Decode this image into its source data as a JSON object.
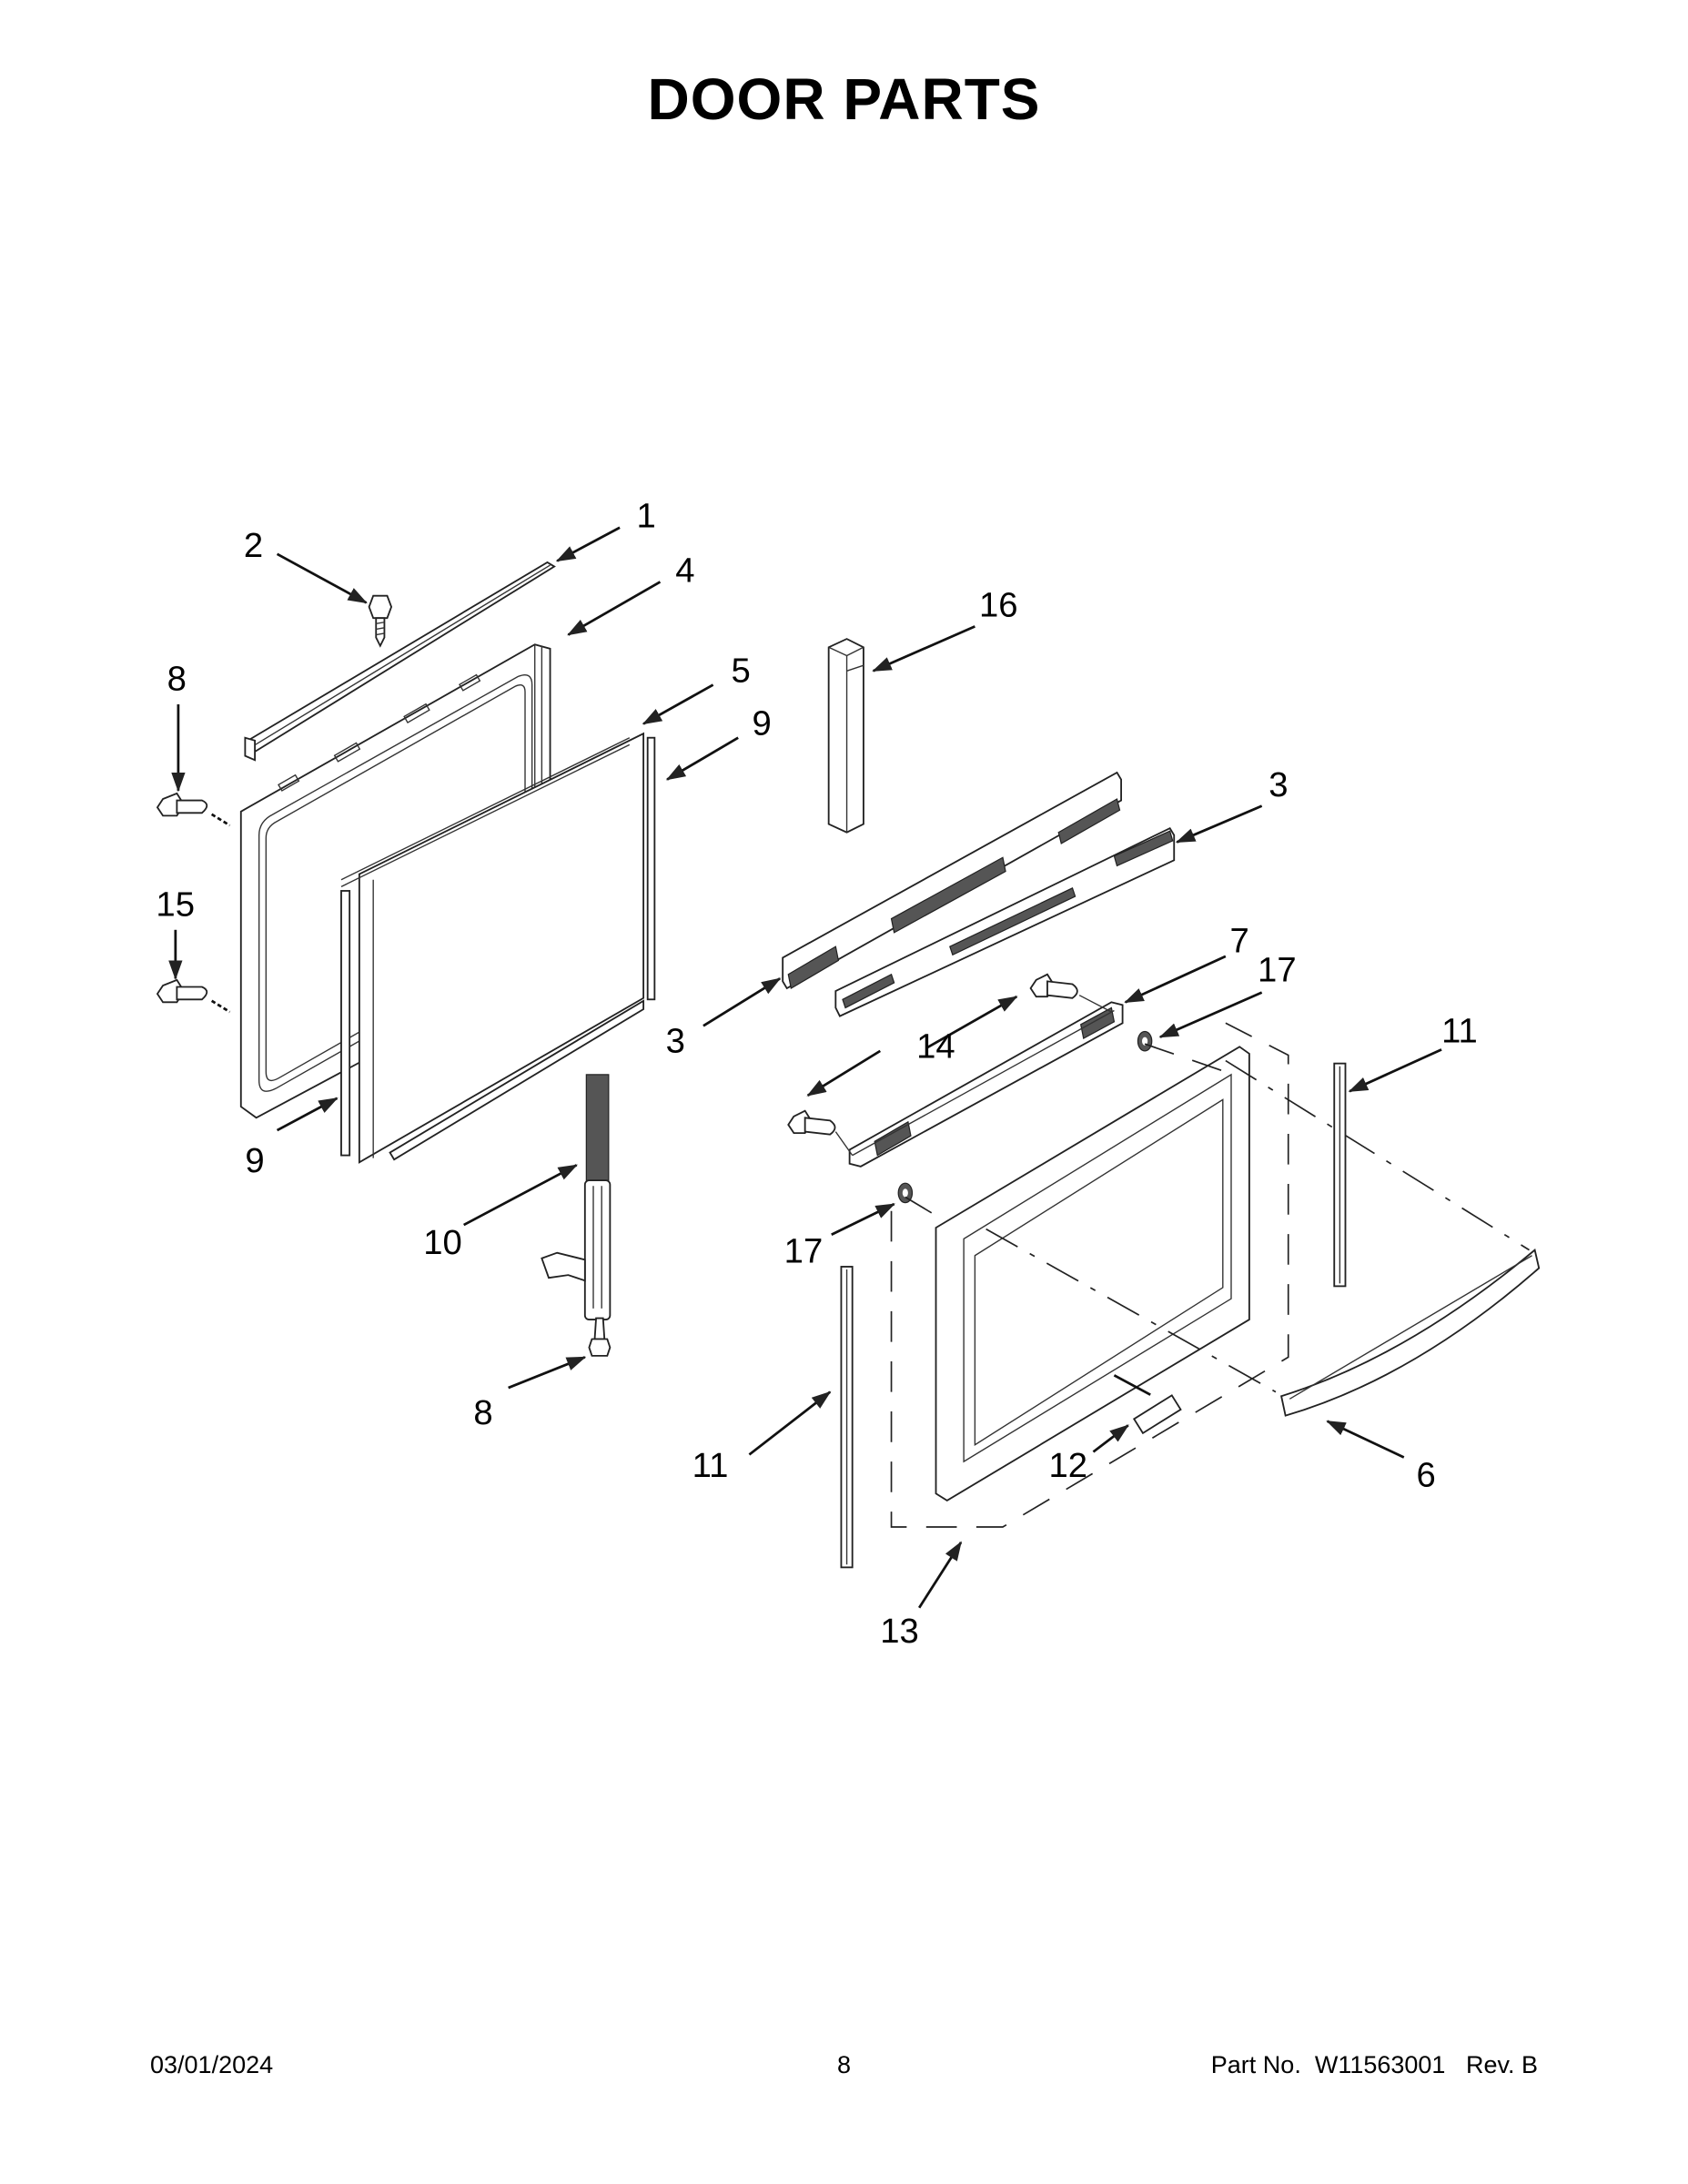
{
  "page": {
    "title": "DOOR PARTS"
  },
  "footer": {
    "date": "03/01/2024",
    "page_number": "8",
    "part_label": "Part No.",
    "part_number": "W11563001",
    "revision": "Rev. B"
  },
  "diagram": {
    "callouts": [
      {
        "id": "c1",
        "label": "1",
        "part": "top trim strip"
      },
      {
        "id": "c2",
        "label": "2",
        "part": "screw"
      },
      {
        "id": "c4",
        "label": "4",
        "part": "inner door frame"
      },
      {
        "id": "c5",
        "label": "5",
        "part": "inner glass panel"
      },
      {
        "id": "c9a",
        "label": "9",
        "part": "glass side strip (right)"
      },
      {
        "id": "c8a",
        "label": "8",
        "part": "screw (upper)"
      },
      {
        "id": "c15",
        "label": "15",
        "part": "screw (lower)"
      },
      {
        "id": "c9b",
        "label": "9",
        "part": "glass side strip (left)"
      },
      {
        "id": "c16",
        "label": "16",
        "part": "insulation block"
      },
      {
        "id": "c3a",
        "label": "3",
        "part": "door channel (right)"
      },
      {
        "id": "c3b",
        "label": "3",
        "part": "door channel (left)"
      },
      {
        "id": "c7",
        "label": "7",
        "part": "handle bracket"
      },
      {
        "id": "c17a",
        "label": "17",
        "part": "spacer (upper)"
      },
      {
        "id": "c14",
        "label": "14",
        "part": "handle screw"
      },
      {
        "id": "c11a",
        "label": "11",
        "part": "door side trim (right)"
      },
      {
        "id": "c10",
        "label": "10",
        "part": "hinge"
      },
      {
        "id": "c17b",
        "label": "17",
        "part": "spacer (lower)"
      },
      {
        "id": "c8b",
        "label": "8",
        "part": "hinge screw"
      },
      {
        "id": "c11b",
        "label": "11",
        "part": "door side trim (left)"
      },
      {
        "id": "c12",
        "label": "12",
        "part": "logo badge"
      },
      {
        "id": "c6",
        "label": "6",
        "part": "door handle"
      },
      {
        "id": "c13",
        "label": "13",
        "part": "outer door panel assembly"
      }
    ]
  }
}
